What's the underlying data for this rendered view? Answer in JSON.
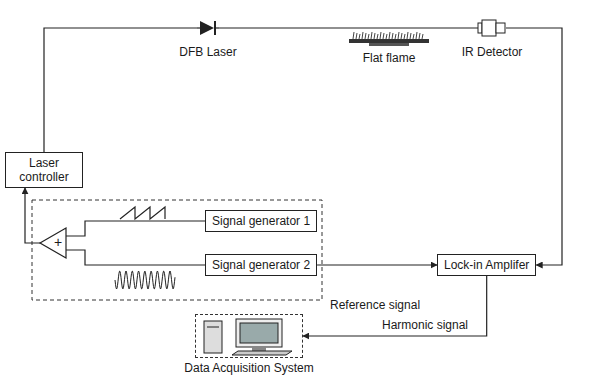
{
  "diagram": {
    "nodes": [
      {
        "text": [
          "DFB Laser"
        ]
      },
      {
        "text": [
          "Flat flame"
        ]
      },
      {
        "text": [
          "IR Detector"
        ]
      },
      {
        "text": [
          "Laser controller"
        ]
      },
      {
        "text": [
          "+"
        ]
      },
      {
        "text": [
          "Signal generator 1"
        ]
      },
      {
        "text": [
          "Signal generator 2"
        ]
      },
      {
        "text": [
          "Lock-in Amplifer"
        ]
      },
      {
        "text": [
          "Data Acquisition System"
        ]
      }
    ],
    "edges": [
      {
        "from": 0,
        "to": 1,
        "arrow": "none"
      },
      {
        "from": 1,
        "to": 2,
        "arrow": "none"
      },
      {
        "from": 3,
        "to": 0,
        "arrow": "none"
      },
      {
        "from": 4,
        "to": 3,
        "arrow": "to"
      },
      {
        "from": 5,
        "to": 4,
        "arrow": "none"
      },
      {
        "from": 6,
        "to": 4,
        "arrow": "none"
      },
      {
        "from": 6,
        "to": 7,
        "label": "Reference signal",
        "arrow": "to"
      },
      {
        "from": 2,
        "to": 7,
        "arrow": "to"
      },
      {
        "from": 7,
        "to": 8,
        "label": "Harmonic signal",
        "arrow": "to"
      }
    ]
  }
}
